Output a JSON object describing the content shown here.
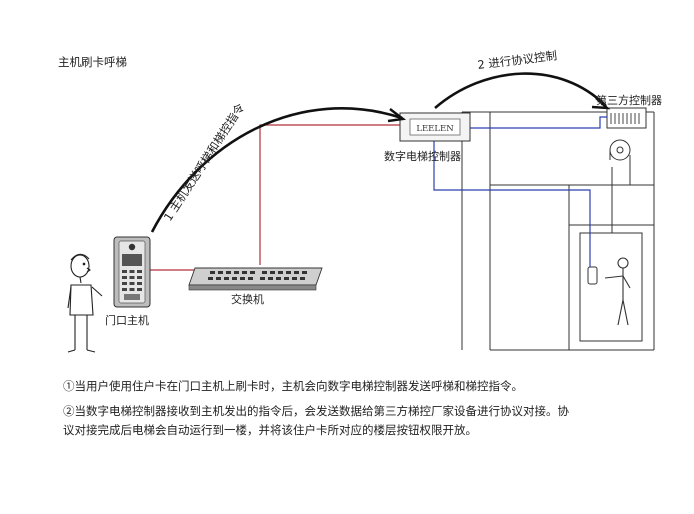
{
  "title": "主机刷卡呼梯",
  "labels": {
    "door_station": "门口主机",
    "switch": "交换机",
    "digital_controller": "数字电梯控制器",
    "third_party_controller": "第三方控制器",
    "controller_brand": "LEELEN"
  },
  "steps": {
    "step1": "1 主机发送呼梯和梯控指令",
    "step2": "2 进行协议控制"
  },
  "descriptions": {
    "line1": "①当用户使用住户卡在门口主机上刷卡时，主机会向数字电梯控制器发送呼梯和梯控指令。",
    "line2a": "②当数字电梯控制器接收到主机发出的指令后，会发送数据给第三方梯控厂家设备进行协议对接。协",
    "line2b": "议对接完成后电梯会自动运行到一楼，并将该住户卡所对应的楼层按钮权限开放。"
  },
  "colors": {
    "network_cable": "#b0303a",
    "control_cable": "#2a3fb0",
    "outline": "#222222"
  }
}
